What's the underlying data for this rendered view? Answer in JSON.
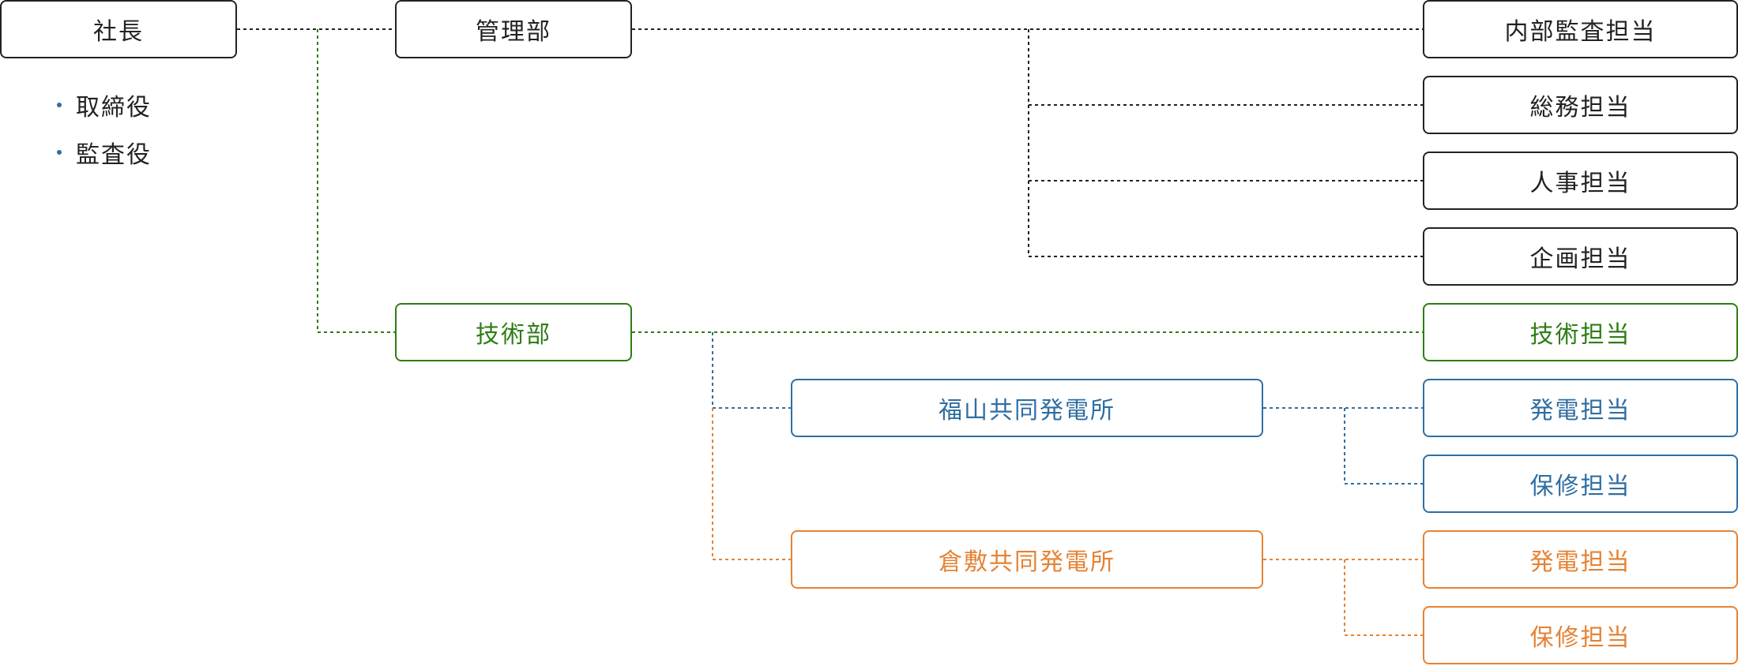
{
  "colors": {
    "black": "#222222",
    "green": "#2e7d14",
    "blue": "#2f6ea2",
    "orange": "#e58233"
  },
  "president": {
    "label": "社長"
  },
  "officers": [
    "取締役",
    "監査役"
  ],
  "departments": {
    "management": {
      "label": "管理部",
      "units": [
        "内部監査担当",
        "総務担当",
        "人事担当",
        "企画担当"
      ]
    },
    "technical": {
      "label": "技術部",
      "units": [
        "技術担当"
      ],
      "plants": [
        {
          "label": "福山共同発電所",
          "units": [
            "発電担当",
            "保修担当"
          ]
        },
        {
          "label": "倉敷共同発電所",
          "units": [
            "発電担当",
            "保修担当"
          ]
        }
      ]
    }
  }
}
